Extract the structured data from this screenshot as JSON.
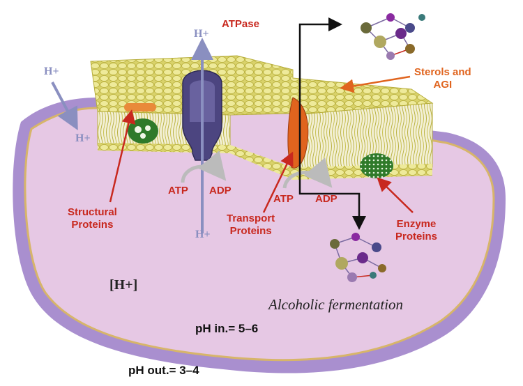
{
  "labels": {
    "atpase": "ATPase",
    "sterols_line1": "Sterols and",
    "sterols_line2": "AGI",
    "structural_line1": "Structural",
    "structural_line2": "Proteins",
    "transport_line1": "Transport",
    "transport_line2": "Proteins",
    "enzyme_line1": "Enzyme",
    "enzyme_line2": "Proteins",
    "atp_left": "ATP",
    "adp_left": "ADP",
    "atp_right": "ATP",
    "adp_right": "ADP",
    "hplus": "H+",
    "h_conc": "[H+]",
    "fermentation": "Alcoholic fermentation",
    "ph_in": "pH in.= 5–6",
    "ph_out": "pH out.= 3–4"
  },
  "colors": {
    "label_red": "#c8281e",
    "label_orange": "#e0641e",
    "hplus_blue": "#8a8fc0",
    "cytoplasm": "#e6c8e4",
    "wall": "#a98fcf",
    "lipid_head": "#e6e27a"
  }
}
